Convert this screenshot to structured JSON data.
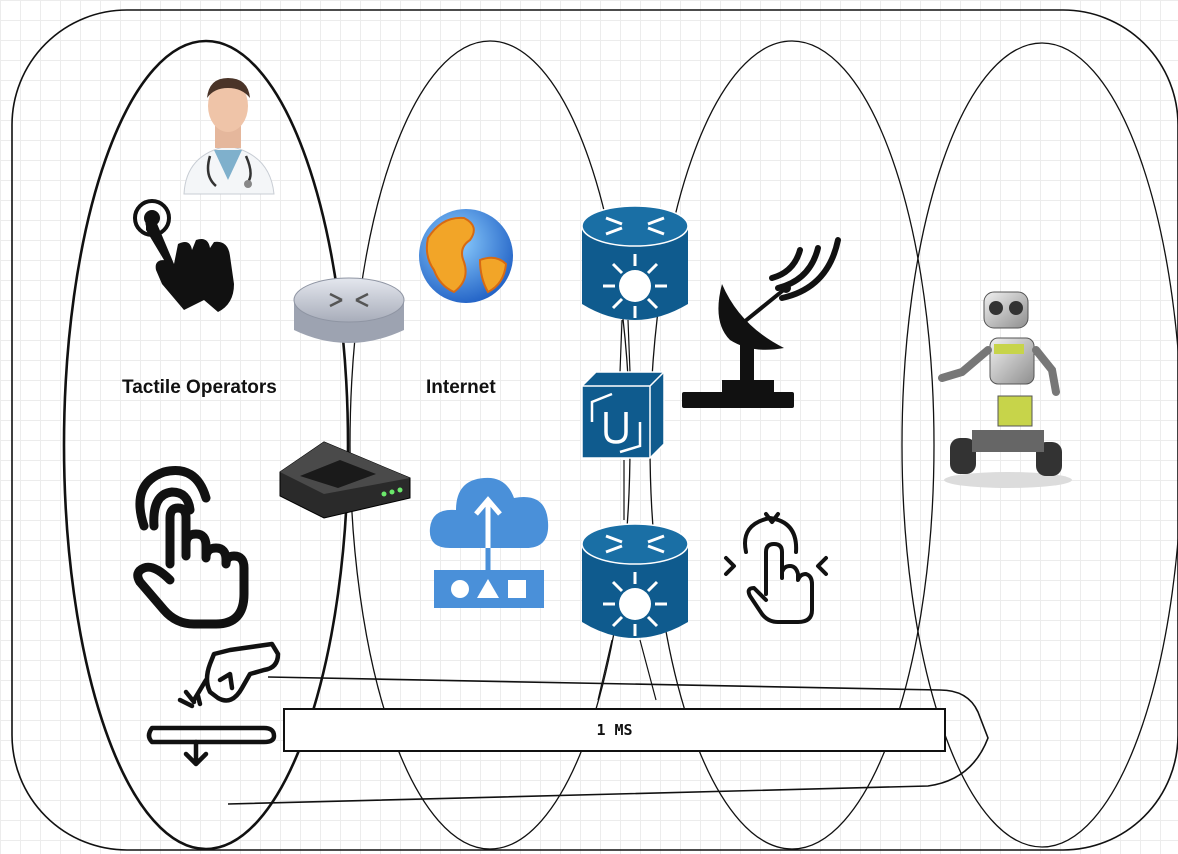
{
  "labels": {
    "tactile_operators": "Tactile Operators",
    "internet": "Internet",
    "latency": "1 MS"
  },
  "icons": [
    "doctor-icon",
    "tap-hand-icon",
    "router-icon",
    "globe-icon",
    "network-router-icon",
    "satellite-dish-icon",
    "atm-switch-icon",
    "modem-icon",
    "cloud-network-icon",
    "touch-hand-icon",
    "tap-gesture-icon",
    "finger-press-icon",
    "robot-icon"
  ],
  "colors": {
    "cisco_blue": "#0f5b8e",
    "cloud_blue": "#4a90d9",
    "router_gray": "#c8ccd6"
  }
}
